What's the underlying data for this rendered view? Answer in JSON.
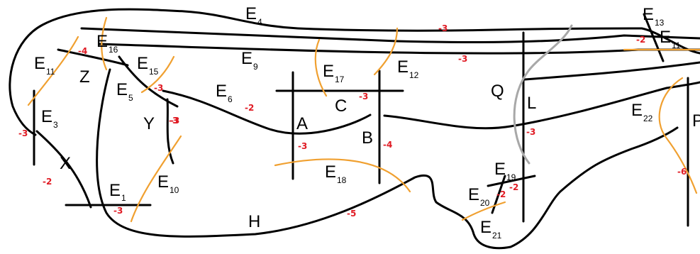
{
  "colors": {
    "outline": "#000000",
    "cut_orange": "#f0a030",
    "cut_gray": "#a8a8a8",
    "weight_red": "#e01b24"
  },
  "regions": {
    "X": "X",
    "Y": "Y",
    "Z": "Z",
    "A": "A",
    "B": "B",
    "C": "C",
    "H": "H",
    "Q": "Q",
    "L": "L",
    "P": "P"
  },
  "edges": [
    {
      "id": "e1",
      "main": "E",
      "sub": "1",
      "weight": "-3"
    },
    {
      "id": "e3",
      "main": "E",
      "sub": "3",
      "weight": "-3"
    },
    {
      "id": "e4",
      "main": "E",
      "sub": "4",
      "weight": "-3"
    },
    {
      "id": "e5",
      "main": "E",
      "sub": "5",
      "weight": "-3"
    },
    {
      "id": "e6",
      "main": "E",
      "sub": "6",
      "weight": "-2"
    },
    {
      "id": "e9",
      "main": "E",
      "sub": "9",
      "weight": "-3"
    },
    {
      "id": "e10",
      "main": "E",
      "sub": "10",
      "weight": "-3"
    },
    {
      "id": "e11",
      "main": "E",
      "sub": "11",
      "weight": "-2"
    },
    {
      "id": "e11b",
      "main": "E",
      "sub": "11",
      "weight": ""
    },
    {
      "id": "e12",
      "main": "E",
      "sub": "12",
      "weight": "-4"
    },
    {
      "id": "e13",
      "main": "E",
      "sub": "13",
      "weight": "-2"
    },
    {
      "id": "e15",
      "main": "E",
      "sub": "15",
      "weight": "-3"
    },
    {
      "id": "e16",
      "main": "E",
      "sub": "16",
      "weight": "-4"
    },
    {
      "id": "e17",
      "main": "E",
      "sub": "17",
      "weight": "-3"
    },
    {
      "id": "e18",
      "main": "E",
      "sub": "18",
      "weight": "-5"
    },
    {
      "id": "e19",
      "main": "E",
      "sub": "19",
      "weight": "-2"
    },
    {
      "id": "e20",
      "main": "E",
      "sub": "20",
      "weight": "-2"
    },
    {
      "id": "e21",
      "main": "E",
      "sub": "21",
      "weight": ""
    },
    {
      "id": "e22",
      "main": "E",
      "sub": "22",
      "weight": "-6"
    }
  ],
  "extra_weights": {
    "a": "-3",
    "b": "-4",
    "l": "-3"
  }
}
